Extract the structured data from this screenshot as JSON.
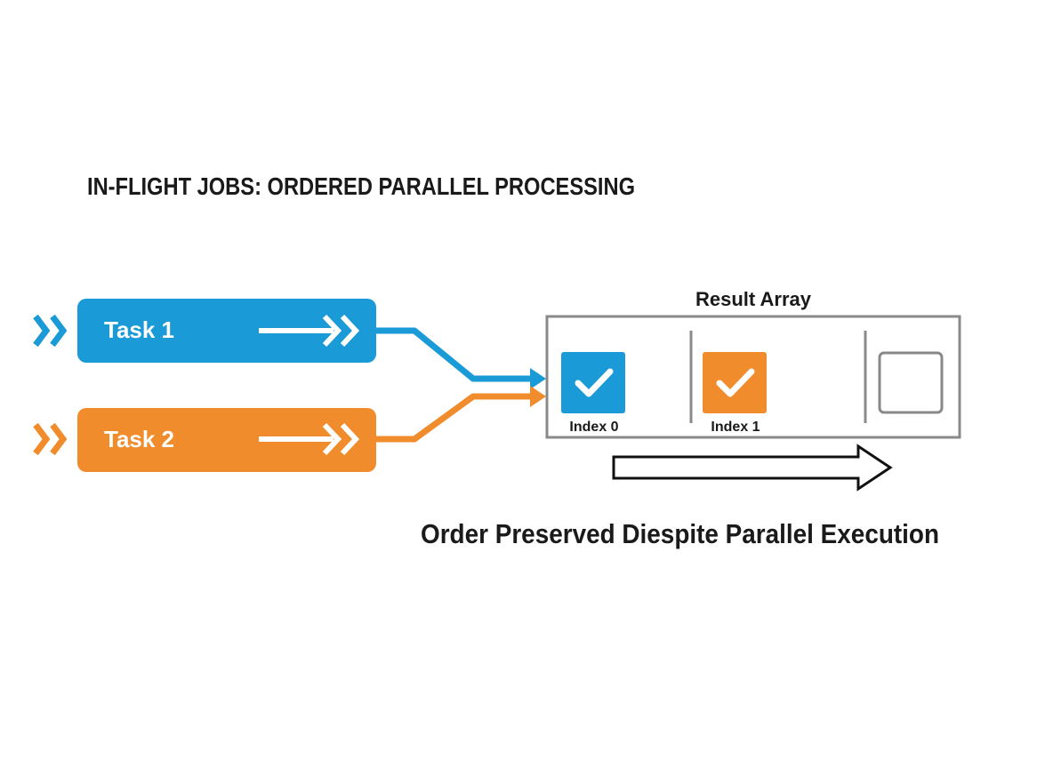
{
  "title": "IN-FLIGHT JOBS: ORDERED PARALLEL PROCESSING",
  "tasks": [
    {
      "label": "Task 1",
      "color": "#1a9ad6"
    },
    {
      "label": "Task 2",
      "color": "#f08c2c"
    }
  ],
  "result_array": {
    "label": "Result Array",
    "slots": [
      {
        "label": "Index 0",
        "state": "checked",
        "color": "#1a9ad6"
      },
      {
        "label": "Index 1",
        "state": "checked",
        "color": "#f08c2c"
      },
      {
        "label": "",
        "state": "empty",
        "color": "#888888"
      }
    ]
  },
  "caption": "Order Preserved Diespite Parallel Execution",
  "colors": {
    "text": "#1a1a1a",
    "border": "#8a8a8a",
    "arrow_outline": "#111111"
  },
  "icons": {
    "input": "double-chevron-right-icon",
    "task": "long-arrow-right-icon",
    "slot": "checkmark-icon",
    "flow": "outline-arrow-right-icon"
  }
}
